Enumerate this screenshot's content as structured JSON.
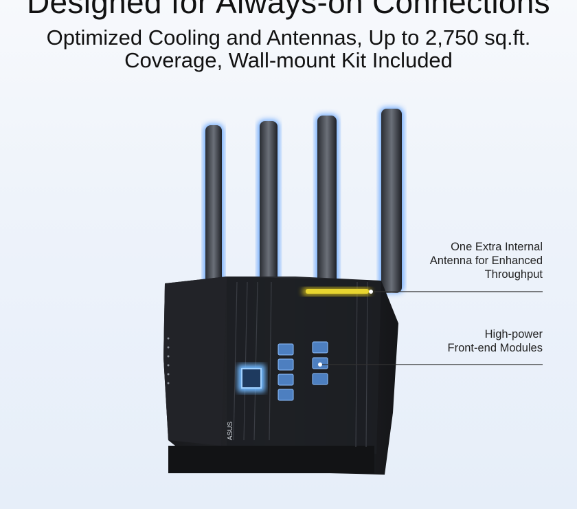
{
  "header": {
    "title": "Designed for Always-on Connections",
    "subtitle_lines": [
      "Optimized Cooling and Antennas, Up to 2,750 sq.ft.",
      "Coverage, Wall-mount Kit Included"
    ]
  },
  "product": {
    "brand_logo": "ASUS",
    "antenna_count": 4
  },
  "callouts": [
    {
      "lines": [
        "One Extra Internal",
        "Antenna for Enhanced",
        "Throughput"
      ]
    },
    {
      "lines": [
        "High-power",
        "Front-end Modules"
      ]
    }
  ],
  "colors": {
    "antenna_glow": "#3a8dff",
    "chip_glow": "#6fb8ff",
    "internal_antenna": "#d9c21a",
    "body": "#1b1c1f"
  }
}
